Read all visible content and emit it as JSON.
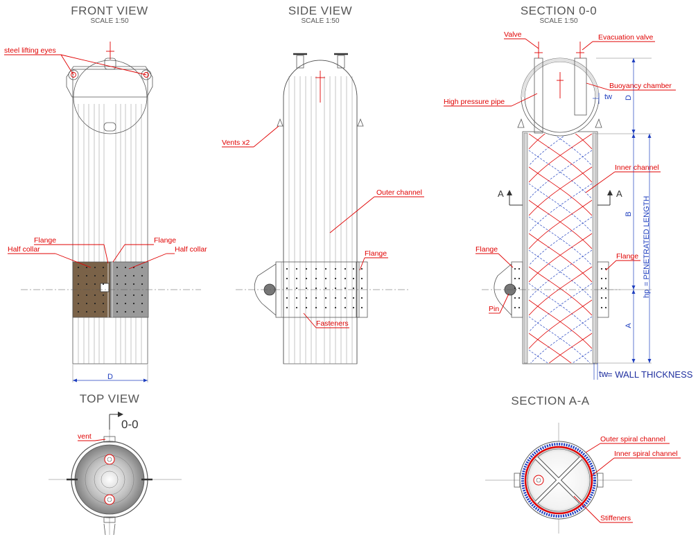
{
  "views": {
    "front": {
      "title": "FRONT VIEW",
      "scale": "SCALE 1:50"
    },
    "side": {
      "title": "SIDE VIEW",
      "scale": "SCALE 1:50"
    },
    "section00": {
      "title": "SECTION 0-0",
      "scale": "SCALE 1:50"
    },
    "top": {
      "title": "TOP VIEW"
    },
    "sectionAA": {
      "title": "SECTION A-A"
    }
  },
  "callouts": {
    "lifting_eyes": "steel lifting eyes",
    "flange": "Flange",
    "half_collar": "Half collar",
    "vents": "Vents x2",
    "outer_channel": "Outer channel",
    "fasteners": "Fasteners",
    "valve": "Valve",
    "evacuation_valve": "Evacuation valve",
    "buoyancy_chamber": "Buoyancy chamber",
    "high_pressure_pipe": "High pressure pipe",
    "inner_channel": "Inner channel",
    "pin": "Pin",
    "vent": "vent",
    "outer_spiral_channel": "Outer spiral channel",
    "inner_spiral_channel": "Inner spiral channel",
    "stiffeners": "Stiffeners"
  },
  "dimensions": {
    "D": "D",
    "A": "A",
    "B": "B",
    "tw": "tw",
    "wall_thickness": "= WALL THICKNESS",
    "penetrated_length": "= PENETRATED LENGTH",
    "hp": "hp"
  },
  "section_marks": {
    "aa_left": "A",
    "aa_right": "A",
    "oo": "0-0"
  },
  "colors": {
    "callout": "#e00000",
    "dimension": "#1f3fbf",
    "collar_brown": "#7a6248",
    "collar_grey": "#9a9a9a",
    "outline": "#555555"
  }
}
